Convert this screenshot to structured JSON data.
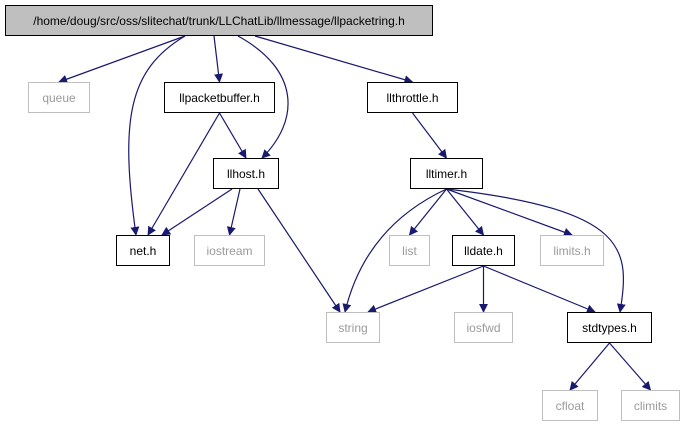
{
  "graph": {
    "nodes": {
      "root": "/home/doug/src/oss/slitechat/trunk/LLChatLib/llmessage/llpacketring.h",
      "queue": "queue",
      "llpacketbuffer": "llpacketbuffer.h",
      "llthrottle": "llthrottle.h",
      "llhost": "llhost.h",
      "lltimer": "lltimer.h",
      "net": "net.h",
      "iostream": "iostream",
      "list": "list",
      "lldate": "lldate.h",
      "limits": "limits.h",
      "string": "string",
      "iosfwd": "iosfwd",
      "stdtypes": "stdtypes.h",
      "cfloat": "cfloat",
      "climits": "climits"
    },
    "node_kinds": {
      "root": "root",
      "queue": "external",
      "llpacketbuffer": "file",
      "llthrottle": "file",
      "llhost": "file",
      "lltimer": "file",
      "net": "file",
      "iostream": "external",
      "list": "external",
      "lldate": "file",
      "limits": "external",
      "string": "external",
      "iosfwd": "external",
      "stdtypes": "file",
      "cfloat": "external",
      "climits": "external"
    },
    "edges": [
      [
        "root",
        "queue"
      ],
      [
        "root",
        "llpacketbuffer"
      ],
      [
        "root",
        "llthrottle"
      ],
      [
        "root",
        "net"
      ],
      [
        "root",
        "llhost"
      ],
      [
        "llpacketbuffer",
        "net"
      ],
      [
        "llpacketbuffer",
        "llhost"
      ],
      [
        "llhost",
        "net"
      ],
      [
        "llhost",
        "iostream"
      ],
      [
        "llhost",
        "string"
      ],
      [
        "llthrottle",
        "lltimer"
      ],
      [
        "lltimer",
        "string"
      ],
      [
        "lltimer",
        "list"
      ],
      [
        "lltimer",
        "lldate"
      ],
      [
        "lltimer",
        "limits"
      ],
      [
        "lltimer",
        "stdtypes"
      ],
      [
        "lldate",
        "string"
      ],
      [
        "lldate",
        "iosfwd"
      ],
      [
        "lldate",
        "stdtypes"
      ],
      [
        "stdtypes",
        "cfloat"
      ],
      [
        "stdtypes",
        "climits"
      ]
    ],
    "edge_color": "#191970",
    "root_fill": "#bfbfbf",
    "external_border": "#bfbfbf"
  }
}
